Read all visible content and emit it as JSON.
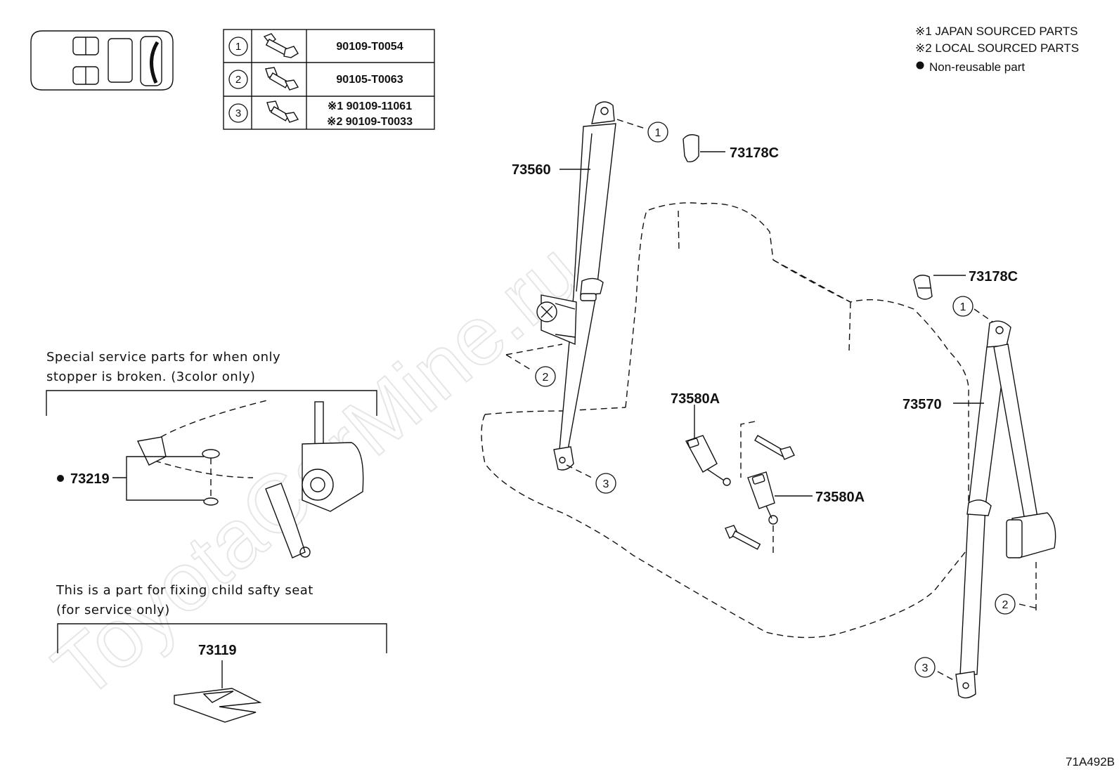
{
  "legend": {
    "japan": "※1 JAPAN SOURCED PARTS",
    "local": "※2 LOCAL SOURCED PARTS",
    "nonreusable": "Non-reusable part"
  },
  "fastener_table": {
    "rows": [
      {
        "ref": "1",
        "lines": [
          "90109-T0054"
        ]
      },
      {
        "ref": "2",
        "lines": [
          "90105-T0063"
        ]
      },
      {
        "ref": "3",
        "lines": [
          "※1  90109-11061",
          "※2  90109-T0033"
        ]
      }
    ]
  },
  "parts": {
    "p73560": "73560",
    "p73178c_top": "73178C",
    "p73178c_right": "73178C",
    "p73580a_top": "73580A",
    "p73580a_right": "73580A",
    "p73570": "73570",
    "p73219": "73219",
    "p73119": "73119"
  },
  "callouts": {
    "c1_left": "1",
    "c2_left": "2",
    "c3_left": "3",
    "c1_right": "1",
    "c2_right": "2",
    "c3_right": "3"
  },
  "notes": {
    "stopper_line1": "Special service parts for when only",
    "stopper_line2": "stopper is broken. (3color only)",
    "child_line1": "This is a part for fixing child safty seat",
    "child_line2": "(for service only)"
  },
  "watermark": "ToyotaCarMine.ru",
  "diagram_code": "71A492B"
}
